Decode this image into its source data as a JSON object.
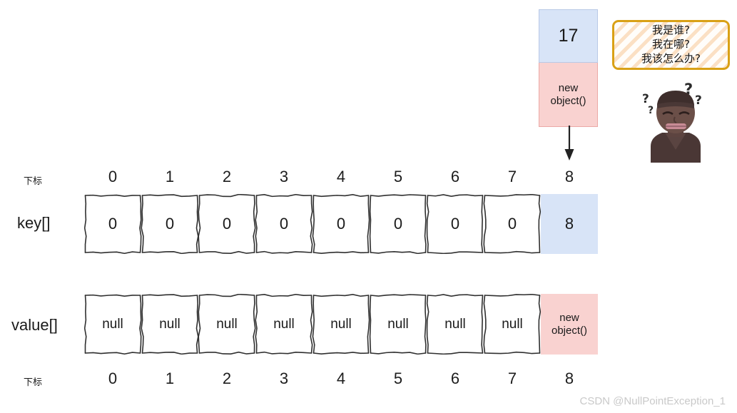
{
  "object_box": {
    "hash_value": "17",
    "object_line1": "new",
    "object_line2": "object()"
  },
  "speech_bubble": {
    "line1": "我是谁?",
    "line2": "我在哪?",
    "line3": "我该怎么办?"
  },
  "labels": {
    "index_word_top": "下标",
    "index_word_bottom": "下标",
    "key_array_label": "key[]",
    "value_array_label": "value[]"
  },
  "indices": [
    "0",
    "1",
    "2",
    "3",
    "4",
    "5",
    "6",
    "7",
    "8"
  ],
  "key_array": {
    "cells": [
      {
        "text": "0",
        "fill": "none"
      },
      {
        "text": "0",
        "fill": "none"
      },
      {
        "text": "0",
        "fill": "none"
      },
      {
        "text": "0",
        "fill": "none"
      },
      {
        "text": "0",
        "fill": "none"
      },
      {
        "text": "0",
        "fill": "none"
      },
      {
        "text": "0",
        "fill": "none"
      },
      {
        "text": "0",
        "fill": "none"
      },
      {
        "text": "8",
        "fill": "blue"
      }
    ]
  },
  "value_array": {
    "cells": [
      {
        "text": "null",
        "fill": "none"
      },
      {
        "text": "null",
        "fill": "none"
      },
      {
        "text": "null",
        "fill": "none"
      },
      {
        "text": "null",
        "fill": "none"
      },
      {
        "text": "null",
        "fill": "none"
      },
      {
        "text": "null",
        "fill": "none"
      },
      {
        "text": "null",
        "fill": "none"
      },
      {
        "text": "null",
        "fill": "none"
      },
      {
        "text": "new object()",
        "fill": "pink",
        "line1": "new",
        "line2": "object()"
      }
    ]
  },
  "watermark": {
    "text": "CSDN @NullPointException_1"
  },
  "colors": {
    "blue_fill": "#d8e4f7",
    "pink_fill": "#f9d2d0",
    "bubble_border": "#d9a116",
    "bubble_stripe": "#fbe0c4",
    "sketch_stroke": "#2f2f2f",
    "watermark": "#c9c9c9"
  }
}
